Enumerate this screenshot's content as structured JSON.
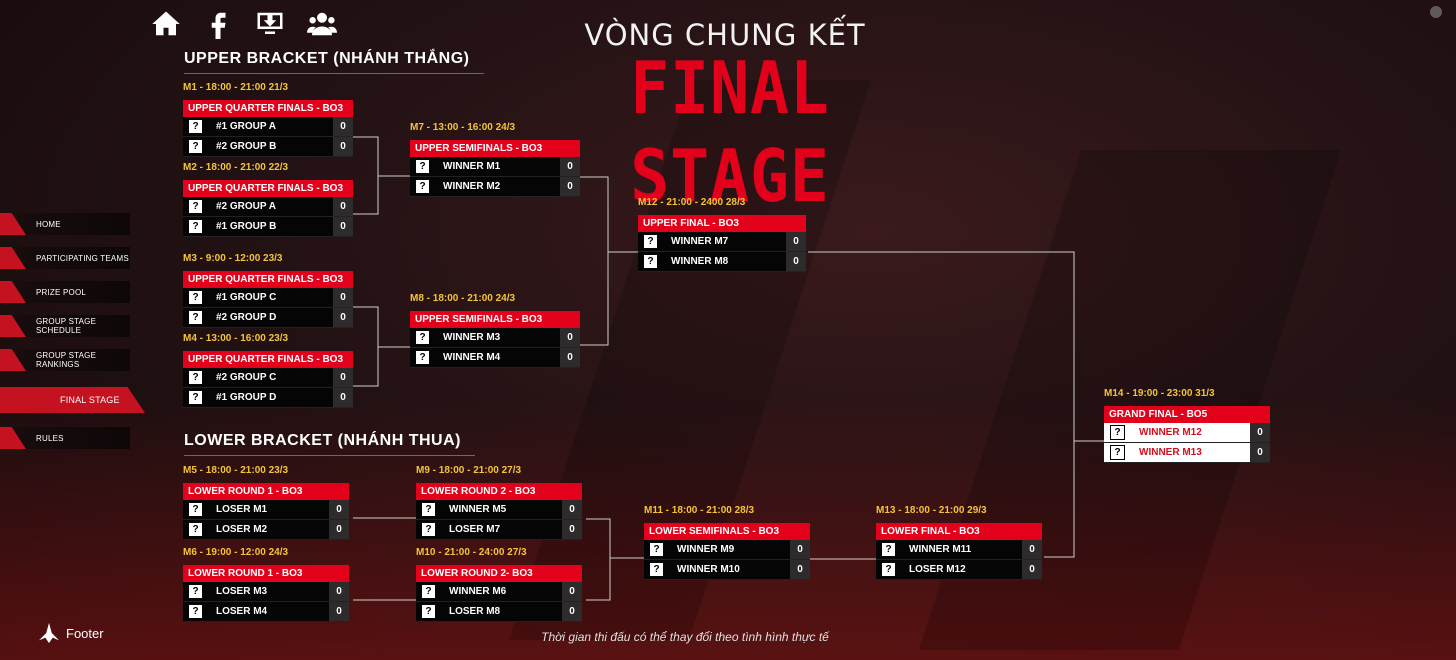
{
  "header": {
    "title_vn": "VÒNG CHUNG KẾT",
    "title_main": "FINAL STAGE",
    "icons": [
      "home-icon",
      "facebook-icon",
      "download-icon",
      "users-icon"
    ]
  },
  "sections": {
    "upper": "UPPER BRACKET (NHÁNH THẮNG)",
    "lower": "LOWER BRACKET (NHÁNH THUA)"
  },
  "nav": {
    "items": [
      {
        "label": "HOME"
      },
      {
        "label": "PARTICIPATING TEAMS"
      },
      {
        "label": "PRIZE POOL"
      },
      {
        "label": "GROUP STAGE SCHEDULE"
      },
      {
        "label": "GROUP STAGE RANKINGS"
      },
      {
        "label": "FINAL STAGE",
        "active": true
      },
      {
        "label": "RULES"
      }
    ]
  },
  "footer": {
    "label": "Footer"
  },
  "note": "Thời gian thi đấu có thể thay đổi theo tình hình thực tế",
  "colors": {
    "accent": "#e3001b",
    "time": "#f3c43a",
    "background": "#1d0e10"
  },
  "matches": {
    "m1": {
      "time": "M1 - 18:00 - 21:00 21/3",
      "title": "UPPER QUARTER FINALS - BO3",
      "teams": [
        {
          "name": "#1 GROUP A",
          "score": "0"
        },
        {
          "name": "#2 GROUP B",
          "score": "0"
        }
      ]
    },
    "m2": {
      "time": "M2 - 18:00 - 21:00 22/3",
      "title": "UPPER QUARTER FINALS - BO3",
      "teams": [
        {
          "name": "#2 GROUP A",
          "score": "0"
        },
        {
          "name": "#1 GROUP B",
          "score": "0"
        }
      ]
    },
    "m3": {
      "time": "M3 - 9:00 - 12:00 23/3",
      "title": "UPPER QUARTER FINALS - BO3",
      "teams": [
        {
          "name": "#1 GROUP C",
          "score": "0"
        },
        {
          "name": "#2 GROUP D",
          "score": "0"
        }
      ]
    },
    "m4": {
      "time": "M4 - 13:00 - 16:00 23/3",
      "title": "UPPER QUARTER FINALS - BO3",
      "teams": [
        {
          "name": "#2 GROUP C",
          "score": "0"
        },
        {
          "name": "#1 GROUP D",
          "score": "0"
        }
      ]
    },
    "m7": {
      "time": "M7 - 13:00 - 16:00 24/3",
      "title": "UPPER SEMIFINALS - BO3",
      "teams": [
        {
          "name": "WINNER M1",
          "score": "0"
        },
        {
          "name": "WINNER M2",
          "score": "0"
        }
      ]
    },
    "m8": {
      "time": "M8 - 18:00 - 21:00 24/3",
      "title": "UPPER SEMIFINALS - BO3",
      "teams": [
        {
          "name": "WINNER M3",
          "score": "0"
        },
        {
          "name": "WINNER M4",
          "score": "0"
        }
      ]
    },
    "m12": {
      "time": "M12 - 21:00 - 2400 28/3",
      "title": "UPPER FINAL - BO3",
      "teams": [
        {
          "name": "WINNER M7",
          "score": "0"
        },
        {
          "name": "WINNER M8",
          "score": "0"
        }
      ]
    },
    "m14": {
      "time": "M14 - 19:00 - 23:00 31/3",
      "title": "GRAND FINAL - BO5",
      "teams": [
        {
          "name": "WINNER M12",
          "score": "0"
        },
        {
          "name": "WINNER M13",
          "score": "0"
        }
      ]
    },
    "m5": {
      "time": "M5 - 18:00 - 21:00 23/3",
      "title": "LOWER ROUND 1 - BO3",
      "teams": [
        {
          "name": "LOSER M1",
          "score": "0"
        },
        {
          "name": "LOSER M2",
          "score": "0"
        }
      ]
    },
    "m6": {
      "time": "M6 - 19:00 - 12:00 24/3",
      "title": "LOWER ROUND 1 - BO3",
      "teams": [
        {
          "name": "LOSER M3",
          "score": "0"
        },
        {
          "name": "LOSER M4",
          "score": "0"
        }
      ]
    },
    "m9": {
      "time": "M9 - 18:00 - 21:00 27/3",
      "title": "LOWER ROUND 2 - BO3",
      "teams": [
        {
          "name": "WINNER M5",
          "score": "0"
        },
        {
          "name": "LOSER M7",
          "score": "0"
        }
      ]
    },
    "m10": {
      "time": "M10 - 21:00 - 24:00 27/3",
      "title": "LOWER ROUND 2- BO3",
      "teams": [
        {
          "name": "WINNER M6",
          "score": "0"
        },
        {
          "name": "LOSER M8",
          "score": "0"
        }
      ]
    },
    "m11": {
      "time": "M11 - 18:00 - 21:00 28/3",
      "title": "LOWER SEMIFINALS - BO3",
      "teams": [
        {
          "name": "WINNER M9",
          "score": "0"
        },
        {
          "name": "WINNER M10",
          "score": "0"
        }
      ]
    },
    "m13": {
      "time": "M13 - 18:00 - 21:00 29/3",
      "title": "LOWER FINAL - BO3",
      "teams": [
        {
          "name": "WINNER M11",
          "score": "0"
        },
        {
          "name": "LOSER M12",
          "score": "0"
        }
      ]
    }
  }
}
